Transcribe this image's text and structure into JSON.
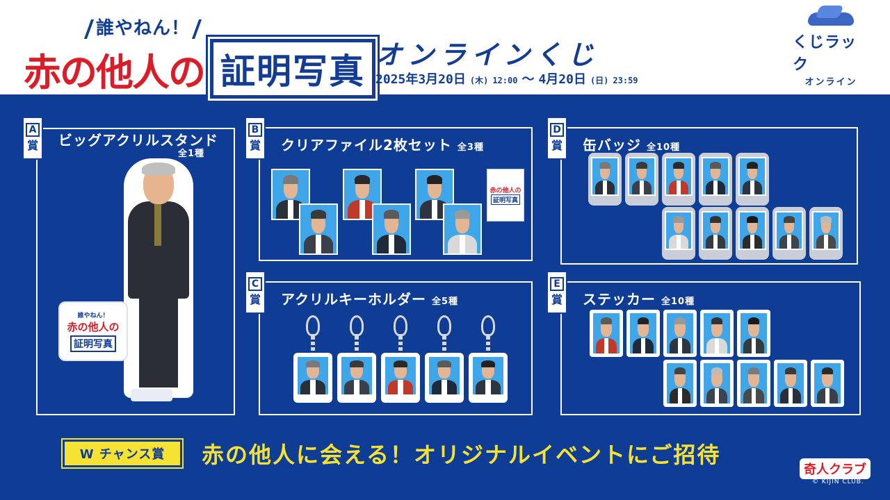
{
  "header": {
    "logo_sub": "誰やねん！",
    "logo_red": "赤の他人の",
    "logo_box": "証明写真",
    "campaign_title": "オンラインくじ",
    "date_start": "2025年3月20日",
    "date_start_dow": "(木)",
    "date_start_time": "12:00",
    "date_sep": "〜",
    "date_end": "4月20日",
    "date_end_dow": "(日)",
    "date_end_time": "23:59",
    "kuji_logo_line1": "くじラック",
    "kuji_logo_line2": "オンライン"
  },
  "prizes": {
    "a": {
      "letter": "A",
      "kanji": "賞",
      "title": "ビッグアクリルスタンド",
      "count": "全1種"
    },
    "b": {
      "letter": "B",
      "kanji": "賞",
      "title": "クリアファイル2枚セット",
      "count": "全3種"
    },
    "c": {
      "letter": "C",
      "kanji": "賞",
      "title": "アクリルキーホルダー",
      "count": "全5種"
    },
    "d": {
      "letter": "D",
      "kanji": "賞",
      "title": "缶バッジ",
      "count": "全10種"
    },
    "e": {
      "letter": "E",
      "kanji": "賞",
      "title": "ステッカー",
      "count": "全10種"
    }
  },
  "stand_base": {
    "top": "誰やねん！",
    "red": "赤の他人の",
    "box": "証明写真"
  },
  "file_card": {
    "red": "赤の他人の",
    "box": "証明写真"
  },
  "footer": {
    "chance_label": "W チャンス賞",
    "chance_text": "赤の他人に会える！オリジナルイベントにご招待",
    "kijin_logo": "奇人クラブ",
    "copyright": "© KIJIN CLUB."
  }
}
